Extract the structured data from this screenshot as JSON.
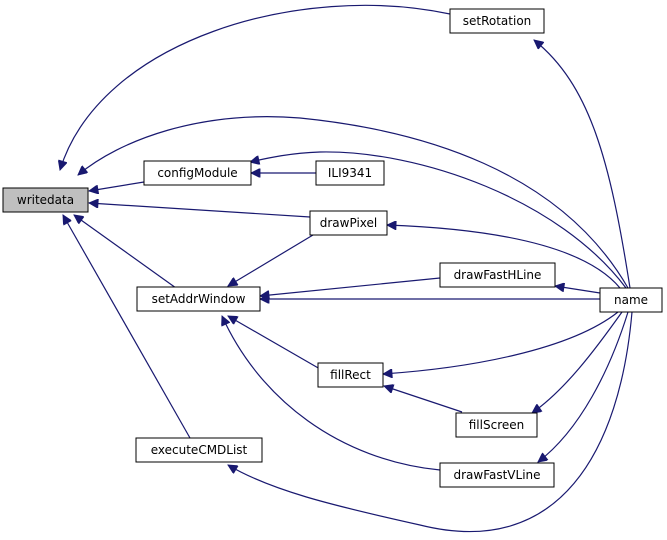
{
  "graph": {
    "nodes": {
      "writedata": "writedata",
      "setRotation": "setRotation",
      "configModule": "configModule",
      "ILI9341": "ILI9341",
      "drawPixel": "drawPixel",
      "drawFastHLine": "drawFastHLine",
      "setAddrWindow": "setAddrWindow",
      "name": "name",
      "fillRect": "fillRect",
      "fillScreen": "fillScreen",
      "executeCMDList": "executeCMDList",
      "drawFastVLine": "drawFastVLine"
    },
    "highlighted_node": "writedata",
    "colors": {
      "edge": "#191970",
      "highlight_fill": "#bfbfbf",
      "node_fill": "#ffffff",
      "node_border": "#000000"
    }
  }
}
